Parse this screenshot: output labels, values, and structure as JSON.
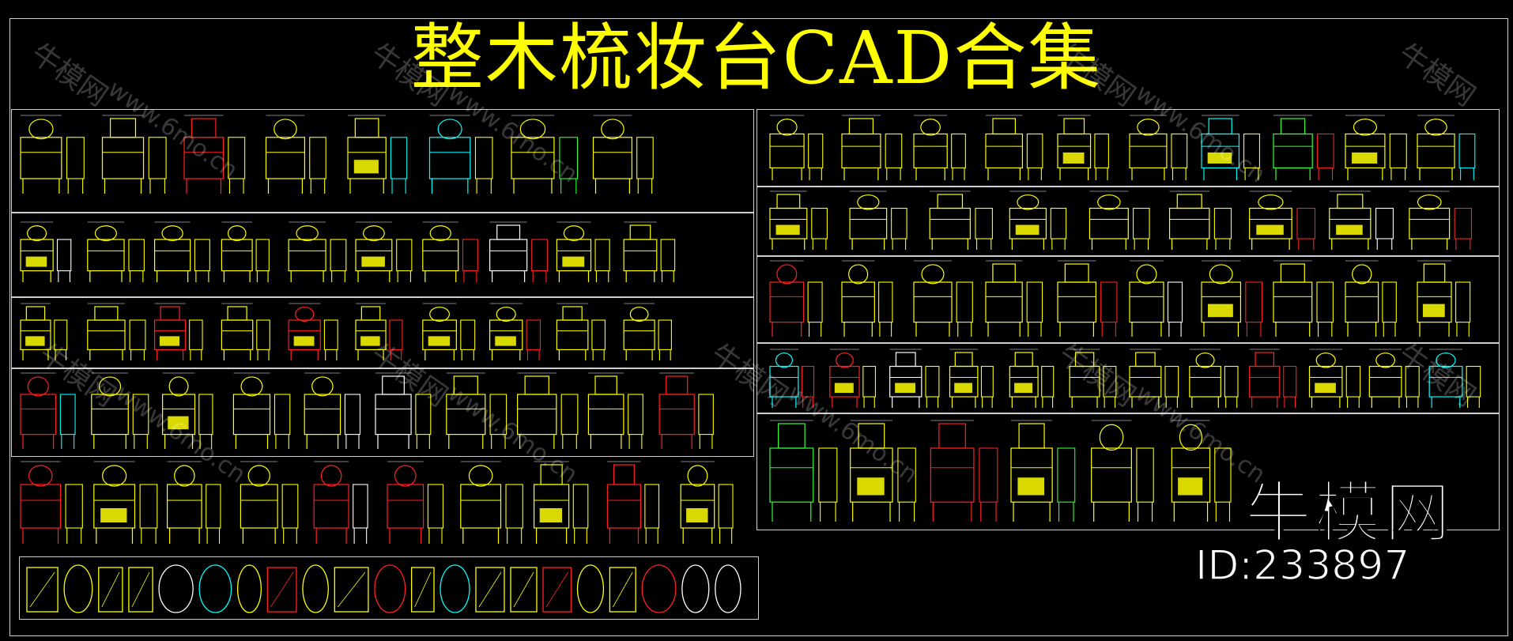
{
  "title": "整木梳妆台CAD合集",
  "watermark": {
    "brand": "牛模网",
    "url": "www.6mo.cn"
  },
  "brand_logo": "牛模网",
  "brand_id": "ID:233897",
  "colors": {
    "background": "#000000",
    "title": "#ffff00",
    "frame": "#cfcfcf",
    "line_yellow": "#ffff00",
    "line_red": "#ff2020",
    "line_cyan": "#00ffff",
    "line_white": "#ffffff",
    "line_green": "#33ff33"
  }
}
